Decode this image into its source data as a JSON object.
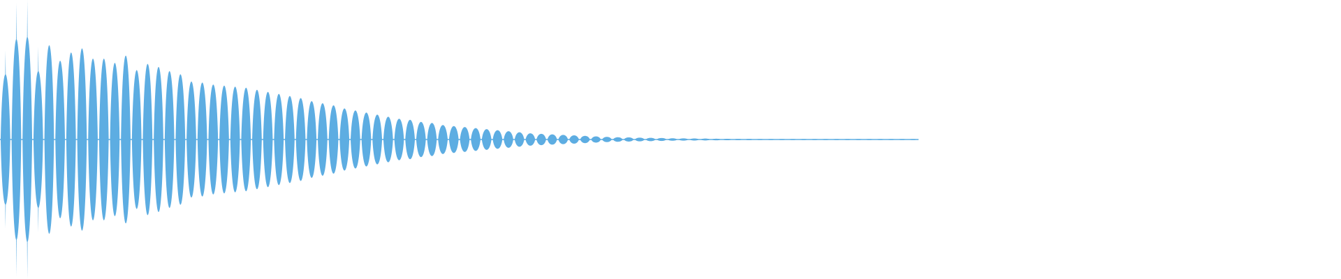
{
  "waveform": {
    "color": "#5DADE2",
    "background": "#FFFFFF",
    "extent_fraction": 0.685,
    "peaks": [
      0.63,
      0.97,
      0.99,
      0.66,
      0.91,
      0.76,
      0.84,
      0.88,
      0.78,
      0.78,
      0.74,
      0.81,
      0.67,
      0.73,
      0.7,
      0.66,
      0.63,
      0.56,
      0.55,
      0.53,
      0.52,
      0.51,
      0.5,
      0.48,
      0.46,
      0.44,
      0.42,
      0.4,
      0.37,
      0.35,
      0.33,
      0.3,
      0.28,
      0.26,
      0.24,
      0.22,
      0.2,
      0.19,
      0.17,
      0.16,
      0.14,
      0.13,
      0.12,
      0.11,
      0.1,
      0.09,
      0.08,
      0.07,
      0.06,
      0.055,
      0.05,
      0.045,
      0.04,
      0.035,
      0.03,
      0.025,
      0.022,
      0.02,
      0.018,
      0.016,
      0.014,
      0.012,
      0.011,
      0.01,
      0.009,
      0.008,
      0.007,
      0.006,
      0.006,
      0.005,
      0.005,
      0.005,
      0.005,
      0.005,
      0.005,
      0.005,
      0.005,
      0.005,
      0.005,
      0.005,
      0.005,
      0.005,
      0.005,
      0.005
    ]
  }
}
